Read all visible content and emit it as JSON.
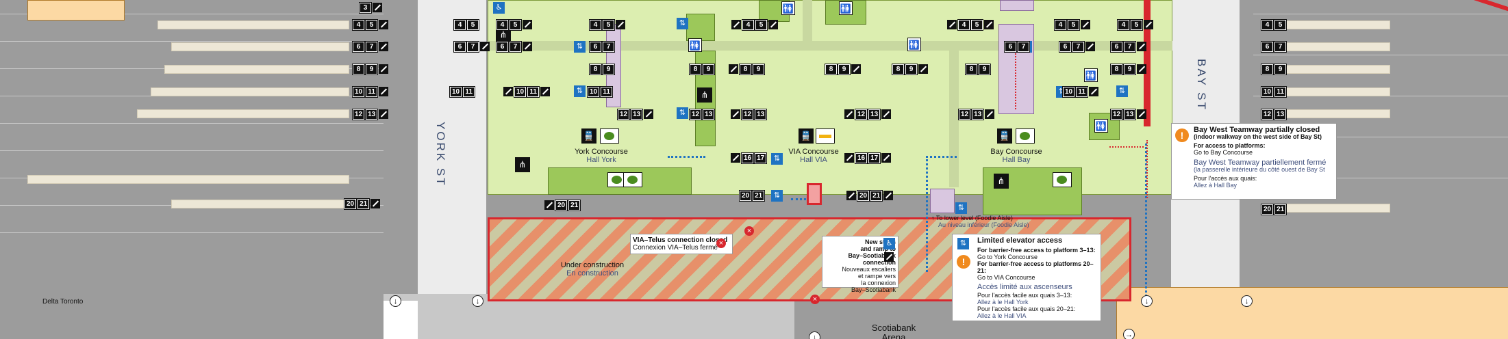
{
  "map": {
    "streets": {
      "york": "YORK ST",
      "bay": "BAY ST"
    },
    "concourses": {
      "york": {
        "en": "York Concourse",
        "fr": "Hall York"
      },
      "via": {
        "en": "VIA Concourse",
        "fr": "Hall VIA"
      },
      "bay": {
        "en": "Bay Concourse",
        "fr": "Hall Bay"
      }
    },
    "construction": {
      "en": "Under construction",
      "fr": "En construction"
    },
    "via_telus": {
      "en": "VIA–Telus connection closed",
      "fr": "Connexion VIA–Telus fermé"
    },
    "new_stairs": {
      "en": [
        "New stairs",
        "and ramp to",
        "Bay–Scotiabank",
        "connection"
      ],
      "fr": [
        "Nouveaux escaliers",
        "et rampe vers",
        "la connexion",
        "Bay–Scotiabank"
      ]
    },
    "lower_level": {
      "en": "To lower level (Foodie Aisle)",
      "fr": "Au niveau inférieur (Foodie Aisle)"
    },
    "elevator_notice": {
      "title": "Limited elevator access",
      "line1": "For barrier-free access to platform 3–13:",
      "line1b": "Go to York Concourse",
      "line2": "For barrier-free access to platforms 20–21:",
      "line2b": "Go to VIA Concourse",
      "title_fr": "Accès limité aux ascenseurs",
      "line3": "Pour l'accès facile aux quais 3–13:",
      "line3b": "Allez à le Hall York",
      "line4": "Pour l'accès facile aux quais 20–21:",
      "line4b": "Allez à le Hall VIA"
    },
    "bay_notice": {
      "title": "Bay West Teamway partially closed",
      "subtitle": "(indoor walkway on the west side of Bay St)",
      "line1": "For access to platforms:",
      "line1b": "Go to Bay Concourse",
      "title_fr": "Bay West Teamway partiellement fermé",
      "subtitle_fr": "(la passerelle intérieure du côté ouest de Bay St",
      "line2": "Pour l'accès aux quais:",
      "line2b": "Allez à Hall Bay"
    },
    "delta": "Delta Toronto",
    "scotiabank": [
      "Scotiabank",
      "Arena"
    ],
    "platform_pairs": [
      [
        "4",
        "5"
      ],
      [
        "6",
        "7"
      ],
      [
        "8",
        "9"
      ],
      [
        "10",
        "11"
      ],
      [
        "12",
        "13"
      ],
      [
        "16",
        "17"
      ],
      [
        "20",
        "21"
      ]
    ],
    "platform_single": "3"
  }
}
